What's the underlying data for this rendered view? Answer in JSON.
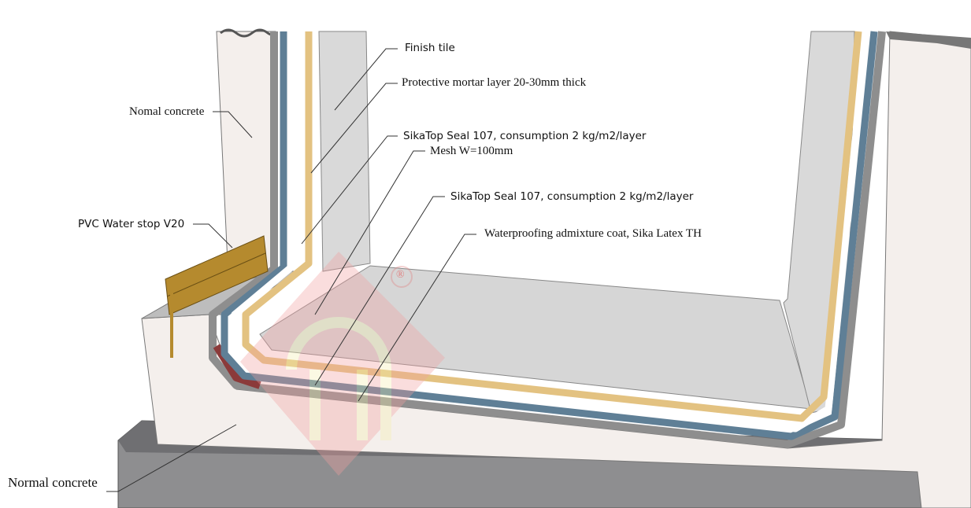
{
  "labels": {
    "finish_tile": "Finish tile",
    "protective_mortar": "Protective mortar layer 20-30mm thick",
    "sikatop_seal_1": "SikaTop Seal 107, consumption  2 kg/m2/layer",
    "mesh": "Mesh W=100mm",
    "sikatop_seal_2": "SikaTop Seal 107, consumption  2 kg/m2/layer",
    "waterproofing_admixture": "Waterproofing admixture coat, Sika Latex TH",
    "nomal_concrete": "Nomal concrete",
    "pvc_water_stop": "PVC Water stop V20",
    "normal_concrete": "Normal concrete"
  },
  "watermark": {
    "mark": "®"
  },
  "colors": {
    "concrete": "#f4efec",
    "finish": "#d9d9d9",
    "tan": "#e3c281",
    "blue": "#5f7f96",
    "red": "#8b3a3a",
    "footing": "#8e8e90",
    "waterstop": "#b58a2e"
  }
}
